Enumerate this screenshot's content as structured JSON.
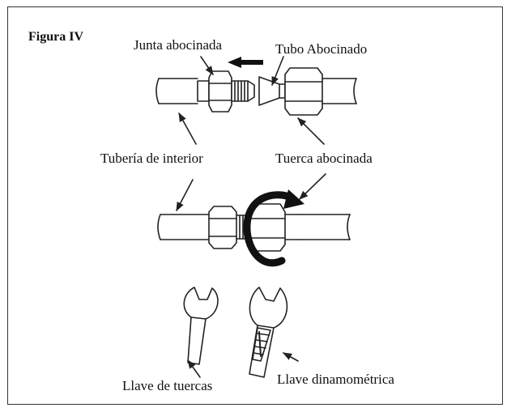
{
  "figure": {
    "title": "Figura IV",
    "labels": {
      "flare_joint": "Junta abocinada",
      "flared_tube": "Tubo Abocinado",
      "indoor_pipe": "Tubería de interior",
      "flare_nut": "Tuerca abocinada",
      "wrench": "Llave de tuercas",
      "torque_wrench": "Llave dinamométrica"
    }
  },
  "colors": {
    "line": "#222222",
    "fill": "#ffffff",
    "arrow": "#111111"
  }
}
